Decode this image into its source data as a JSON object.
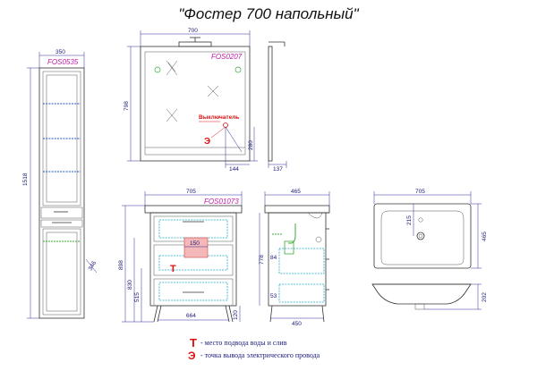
{
  "title": "\"Фостер 700 напольный\"",
  "codes": {
    "cabinet": "FOS0535",
    "mirror": "FOS0207",
    "vanity": "FOS01073"
  },
  "dimensions": {
    "cabinet_width": "350",
    "cabinet_height": "1518",
    "cabinet_depth": "346",
    "mirror_width": "700",
    "mirror_height": "798",
    "mirror_offset_h": "144",
    "mirror_offset_v": "280",
    "mirror_depth": "137",
    "vanity_width": "705",
    "vanity_top_depth": "150",
    "vanity_height": "898",
    "vanity_h_830": "830",
    "vanity_h_515": "515",
    "vanity_base_width": "664",
    "vanity_leg": "120",
    "side_depth": "465",
    "side_height": "778",
    "side_84": "84",
    "side_53": "53",
    "side_base": "450",
    "sink_width": "705",
    "sink_depth": "465",
    "sink_215": "215",
    "sink_height": "202"
  },
  "switch_label": "Выключатель",
  "legend": {
    "water_symbol": "Т",
    "water_text": "- место подвода воды и слив",
    "electric_symbol": "Э",
    "electric_text": "- точка вывода электрического провода"
  },
  "colors": {
    "accent_red": "#e01010",
    "code_magenta": "#c018a8",
    "dimension_blue": "#1a1a7a"
  }
}
